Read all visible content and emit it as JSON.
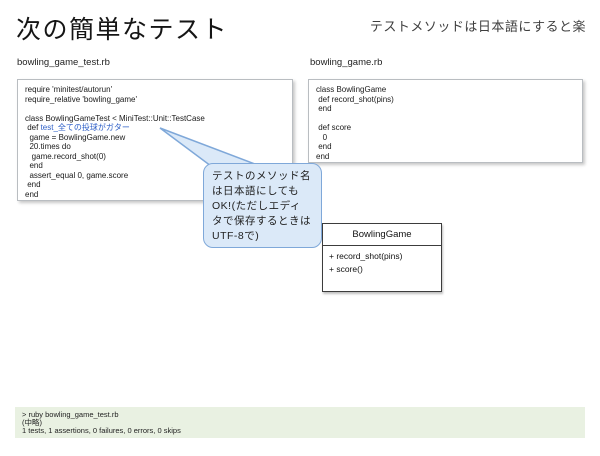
{
  "slide": {
    "title": "次の簡単なテスト",
    "subtitle": "テストメソッドは日本語にすると楽"
  },
  "test_file": {
    "filename": "bowling_game_test.rb",
    "lines_before": [
      "require 'minitest/autorun'",
      "require_relative 'bowling_game'",
      "",
      "class BowlingGameTest < MiniTest::Unit::TestCase"
    ],
    "def_prefix": " def ",
    "method_name": "test_全ての投球がガター",
    "lines_after": [
      "  game = BowlingGame.new",
      "  20.times do",
      "   game.record_shot(0)",
      "  end",
      "  assert_equal 0, game.score",
      " end",
      "end"
    ]
  },
  "impl_file": {
    "filename": "bowling_game.rb",
    "lines": [
      "class BowlingGame",
      " def record_shot(pins)",
      " end",
      "",
      " def score",
      "   0",
      " end",
      "end"
    ]
  },
  "callout": {
    "lines": [
      "テストのメソッド名",
      "は日本語にしても",
      "OK!(ただしエディ",
      "タで保存するときは",
      "UTF-8で)"
    ]
  },
  "uml": {
    "class_name": "BowlingGame",
    "methods": [
      "+ record_shot(pins)",
      "+ score()"
    ]
  },
  "console": {
    "lines": [
      "> ruby bowling_game_test.rb",
      "(中略)",
      "1 tests, 1 assertions, 0 failures, 0 errors, 0 skips"
    ]
  },
  "colors": {
    "method_name_blue": "#2e5fc7",
    "callout_fill": "#dbe9f8",
    "callout_border": "#7fa8d9",
    "console_bg": "#e9f1e2"
  }
}
